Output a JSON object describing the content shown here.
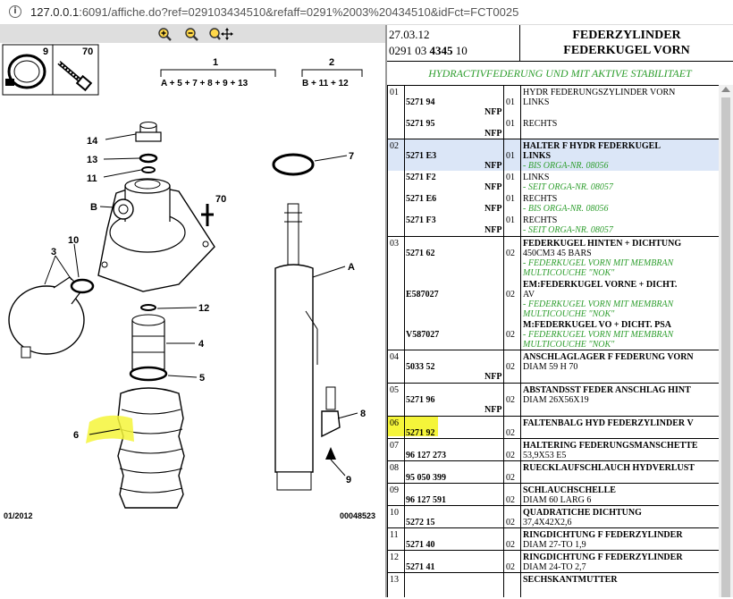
{
  "browser": {
    "host": "127.0.0.1",
    "path": ":6091/affiche.do?ref=029103434510&refaff=0291%2003%20434510&idFct=FCT0025"
  },
  "diagram": {
    "inset_labels": [
      "9",
      "70"
    ],
    "group1_label": "1",
    "group1_formula": "A + 5 + 7 + 8 + 9 + 13",
    "group2_label": "2",
    "group2_formula": "B + 11 + 12",
    "callouts": {
      "c14": "14",
      "c13": "13",
      "c11": "11",
      "cB": "B",
      "c70": "70",
      "c10": "10",
      "c3": "3",
      "c12": "12",
      "c4": "4",
      "c5": "5",
      "c6": "6",
      "c7": "7",
      "cA": "A",
      "c8": "8",
      "c9": "9"
    },
    "date_code": "01/2012",
    "drawing_no": "00048523"
  },
  "header": {
    "date": "27.03.12",
    "ref_a": "0291 03 ",
    "ref_b": "4345",
    "ref_c": " 10",
    "title_1": "FEDERZYLINDER",
    "title_2": "FEDERKUGEL VORN",
    "subtitle": "HYDRACTIVFEDERUNG UND MIT AKTIVE STABILITAET"
  },
  "rows": {
    "g01": {
      "num": "01",
      "p1": "5271 94",
      "n1": "NFP",
      "q1": "01",
      "d1a": "HYDR FEDERUNGSZYLINDER VORN",
      "d1b": "LINKS",
      "p2": "5271 95",
      "n2": "NFP",
      "q2": "01",
      "d2": "RECHTS"
    },
    "g02": {
      "num": "02",
      "p1": "5271 E3",
      "n1": "NFP",
      "q1": "01",
      "d1a": "HALTER F HYDR FEDERKUGEL",
      "d1b": "LINKS",
      "d1c": "- BIS ORGA-NR. 08056",
      "p2": "5271 F2",
      "n2": "NFP",
      "q2": "01",
      "d2a": "LINKS",
      "d2b": "- SEIT ORGA-NR. 08057",
      "p3": "5271 E6",
      "n3": "NFP",
      "q3": "01",
      "d3a": "RECHTS",
      "d3b": "- BIS ORGA-NR. 08056",
      "p4": "5271 F3",
      "n4": "NFP",
      "q4": "01",
      "d4a": "RECHTS",
      "d4b": "- SEIT ORGA-NR. 08057"
    },
    "g03": {
      "num": "03",
      "p1": "5271 62",
      "q1": "02",
      "d1a": "FEDERKUGEL HINTEN + DICHTUNG",
      "d1b": "450CM3 45 BARS",
      "d1c": "- FEDERKUGEL VORN MIT MEMBRAN",
      "d1d": "MULTICOUCHE \"NOK\"",
      "p2": "E587027",
      "q2": "02",
      "d2a": "EM:FEDERKUGEL VORNE + DICHT.",
      "d2b": "AV",
      "d2c": "- FEDERKUGEL VORN MIT MEMBRAN",
      "d2d": "MULTICOUCHE \"NOK\"",
      "p3": "V587027",
      "q3": "02",
      "d3a": "M:FEDERKUGEL VO + DICHT. PSA",
      "d3b": "- FEDERKUGEL VORN MIT MEMBRAN",
      "d3c": "MULTICOUCHE \"NOK\""
    },
    "g04": {
      "num": "04",
      "p1": "5033 52",
      "n1": "NFP",
      "q1": "02",
      "d1a": "ANSCHLAGLAGER F FEDERUNG VORN",
      "d1b": "DIAM 59 H 70"
    },
    "g05": {
      "num": "05",
      "p1": "5271 96",
      "n1": "NFP",
      "q1": "02",
      "d1a": "ABSTANDSST FEDER ANSCHLAG HINT",
      "d1b": "DIAM 26X56X19"
    },
    "g06": {
      "num": "06",
      "p1": "5271 92",
      "q1": "02",
      "d1a": "FALTENBALG HYD FEDERZYLINDER V"
    },
    "g07": {
      "num": "07",
      "p1": "96 127 273",
      "q1": "02",
      "d1a": "HALTERING FEDERUNGSMANSCHETTE",
      "d1b": "53,9X53 E5"
    },
    "g08": {
      "num": "08",
      "p1": "95 050 399",
      "q1": "02",
      "d1a": "RUECKLAUFSCHLAUCH HYDVERLUST"
    },
    "g09": {
      "num": "09",
      "p1": "96 127 591",
      "q1": "02",
      "d1a": "SCHLAUCHSCHELLE",
      "d1b": "DIAM 60 LARG 6"
    },
    "g10": {
      "num": "10",
      "p1": "5272 15",
      "q1": "02",
      "d1a": "QUADRATICHE DICHTUNG",
      "d1b": "37,4X42X2,6"
    },
    "g11": {
      "num": "11",
      "p1": "5271 40",
      "q1": "02",
      "d1a": "RINGDICHTUNG F FEDERZYLINDER",
      "d1b": "DIAM 27-TO 1,9"
    },
    "g12": {
      "num": "12",
      "p1": "5271 41",
      "q1": "02",
      "d1a": "RINGDICHTUNG F FEDERZYLINDER",
      "d1b": "DIAM 24-TO 2,7"
    },
    "g13": {
      "num": "13",
      "d1a": "SECHSKANTMUTTER"
    }
  }
}
